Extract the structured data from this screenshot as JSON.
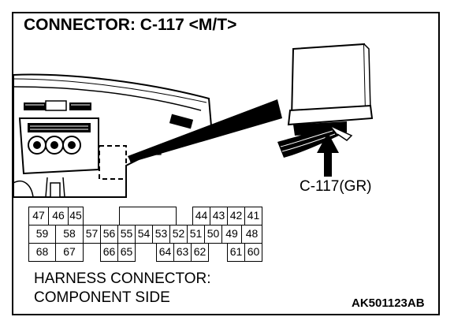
{
  "title": "CONNECTOR: C-117 <M/T>",
  "callout": "C-117(GR)",
  "caption": [
    "HARNESS CONNECTOR:",
    "COMPONENT SIDE"
  ],
  "code": "AK501123AB",
  "pins": {
    "row1": [
      "47",
      "46",
      "45",
      "",
      "44",
      "43",
      "42",
      "41"
    ],
    "row2": [
      "59",
      "58",
      "57",
      "56",
      "55",
      "54",
      "53",
      "52",
      "51",
      "50",
      "49",
      "48"
    ],
    "row3": [
      "68",
      "67",
      "",
      "66",
      "65",
      "",
      "64",
      "63",
      "62",
      "",
      "61",
      "60"
    ]
  }
}
